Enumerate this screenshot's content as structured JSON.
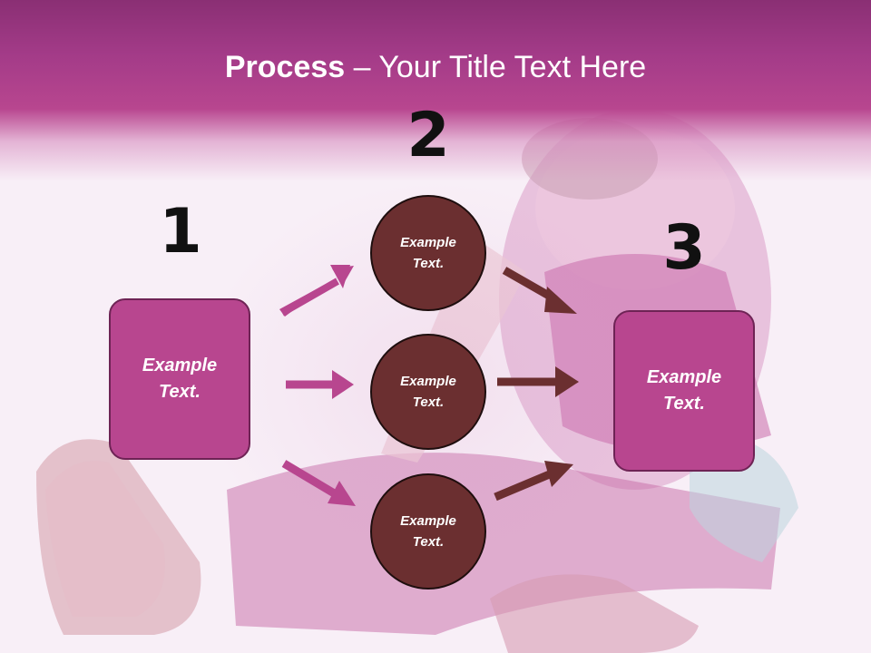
{
  "slide": {
    "title_bold": "Process",
    "title_rest": " – Your Title Text Here",
    "colors": {
      "header": "#a33b88",
      "box_fill": "#b8468f",
      "circle_fill": "#6b2f30",
      "left_arrow": "#b8468f",
      "right_arrow": "#6b2f30"
    }
  },
  "steps": {
    "one": {
      "number": "1",
      "label": "Example\nText."
    },
    "two": {
      "number": "2"
    },
    "three": {
      "number": "3",
      "label": "Example\nText."
    }
  },
  "circles": [
    {
      "label": "Example\nText."
    },
    {
      "label": "Example\nText."
    },
    {
      "label": "Example\nText."
    }
  ]
}
